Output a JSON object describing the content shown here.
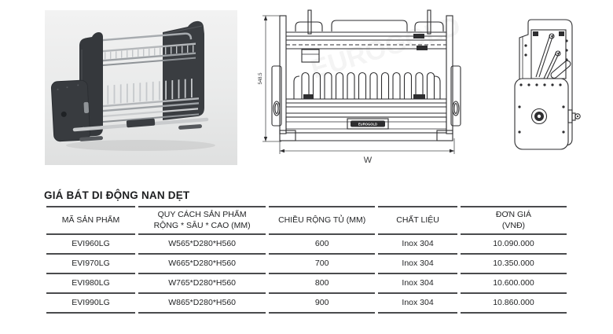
{
  "title": "GIÁ BÁT DI ĐỘNG NAN DẸT",
  "drawings": {
    "height_dim": "548.5",
    "width_dim": "W",
    "brand_badge": "EUROGOLD",
    "watermark": "EUROGOLD"
  },
  "table": {
    "headers": {
      "code": "MÃ SẢN PHẨM",
      "size_line1": "QUY CÁCH SẢN PHẨM",
      "size_line2": "RỘNG * SÂU * CAO (MM)",
      "cabinet_width": "CHIỀU RỘNG TỦ (MM)",
      "material": "CHẤT LIỆU",
      "price_line1": "ĐƠN GIÁ",
      "price_line2": "(VNĐ)"
    },
    "rows": [
      {
        "code": "EVI960LG",
        "size": "W565*D280*H560",
        "cabinet_width": "600",
        "material": "Inox 304",
        "price": "10.090.000"
      },
      {
        "code": "EVI970LG",
        "size": "W665*D280*H560",
        "cabinet_width": "700",
        "material": "Inox 304",
        "price": "10.350.000"
      },
      {
        "code": "EVI980LG",
        "size": "W765*D280*H560",
        "cabinet_width": "800",
        "material": "Inox 304",
        "price": "10.600.000"
      },
      {
        "code": "EVI990LG",
        "size": "W865*D280*H560",
        "cabinet_width": "900",
        "material": "Inox 304",
        "price": "10.860.000"
      }
    ]
  },
  "colors": {
    "line": "#2e2e30",
    "table_line": "#4a4b4d",
    "panel_dark": "#3a3d41",
    "steel": "#b0b3b6",
    "photo_bg": "#e9eaea"
  }
}
